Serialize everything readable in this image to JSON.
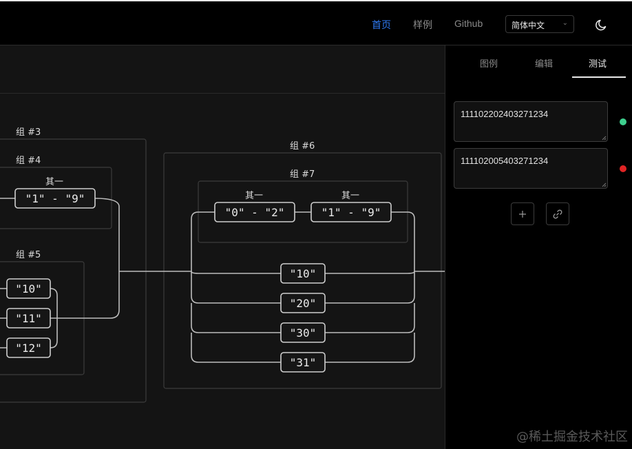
{
  "nav": {
    "home": "首页",
    "examples": "样例",
    "github": "Github",
    "language": "简体中文"
  },
  "panel": {
    "tabs": [
      "图例",
      "编辑",
      "测试"
    ],
    "active_tab": "测试",
    "tests": [
      {
        "value": "111102202403271234",
        "status_color": "#3ecf8e"
      },
      {
        "value": "111102005403271234",
        "status_color": "#e02424"
      }
    ]
  },
  "diagram": {
    "groups": {
      "g3": "组 #3",
      "g4": "组 #4",
      "g5": "组 #5",
      "g6": "组 #6",
      "g7": "组 #7"
    },
    "any_of": "其一",
    "range_1_9": "\"1\" - \"9\"",
    "range_0_2": "\"0\" - \"2\"",
    "lit_10": "\"10\"",
    "lit_11": "\"11\"",
    "lit_12": "\"12\"",
    "lit_20": "\"20\"",
    "lit_30": "\"30\"",
    "lit_31": "\"31\""
  },
  "watermark": "@稀土掘金技术社区",
  "colors": {
    "accent": "#2f7cf6",
    "background": "#000000",
    "canvas": "#141414",
    "node_border": "#cfcfcf",
    "group_border": "#3c3c3c"
  }
}
